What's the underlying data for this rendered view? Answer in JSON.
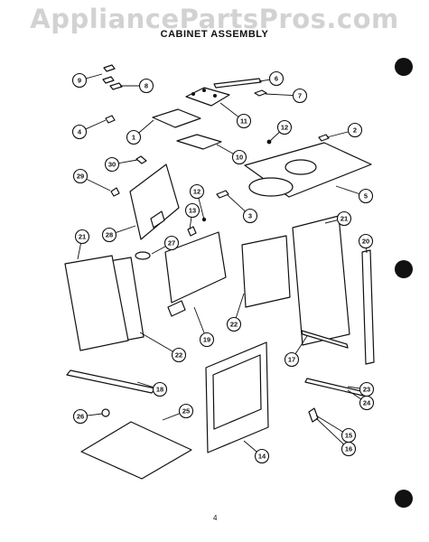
{
  "watermark": "AppliancePartsPros.com",
  "title": "CABINET ASSEMBLY",
  "page_number": "4",
  "callouts": [
    "1",
    "2",
    "3",
    "4",
    "5",
    "6",
    "7",
    "8",
    "9",
    "10",
    "11",
    "12",
    "12",
    "13",
    "14",
    "15",
    "16",
    "17",
    "18",
    "19",
    "20",
    "21",
    "21",
    "22",
    "22",
    "23",
    "24",
    "25",
    "26",
    "27",
    "28",
    "29",
    "30"
  ]
}
